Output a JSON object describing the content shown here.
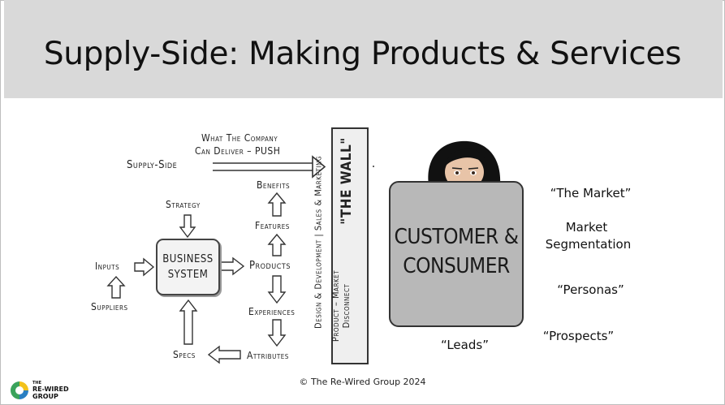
{
  "title": "Supply-Side: Making Products & Services",
  "diagram": {
    "push_line1": "What The Company",
    "push_line2": "Can Deliver – PUSH",
    "supply_side": "Supply-Side",
    "strategy": "Strategy",
    "business_system": "Business\nSystem",
    "inputs": "Inputs",
    "suppliers": "Suppliers",
    "specs": "Specs",
    "products": "Products",
    "benefits": "Benefits",
    "features": "Features",
    "experiences": "Experiences",
    "attributes": "Attributes",
    "sales_marketing": "Design & Development | Sales & Marketing",
    "the_wall": "\"The Wall\"",
    "disconnect_line1": "Product – Market",
    "disconnect_line2": "Disconnect",
    "customer_line1": "Customer &",
    "customer_line2": "Consumer"
  },
  "side_labels": {
    "the_market": "“The Market”",
    "market_segmentation_1": "Market",
    "market_segmentation_2": "Segmentation",
    "personas": "“Personas”",
    "prospects": "“Prospects”",
    "leads": "“Leads”"
  },
  "footer": "© The Re-Wired Group 2024",
  "logo": {
    "line1": "THE",
    "line2": "RE-WIRED",
    "line3": "GROUP"
  },
  "colors": {
    "header_bg": "#d9d9d9",
    "customer_box": "#b8b8b8",
    "logo_green": "#3aa35b",
    "logo_blue": "#2a7fc2",
    "logo_yellow": "#f2c21b"
  }
}
